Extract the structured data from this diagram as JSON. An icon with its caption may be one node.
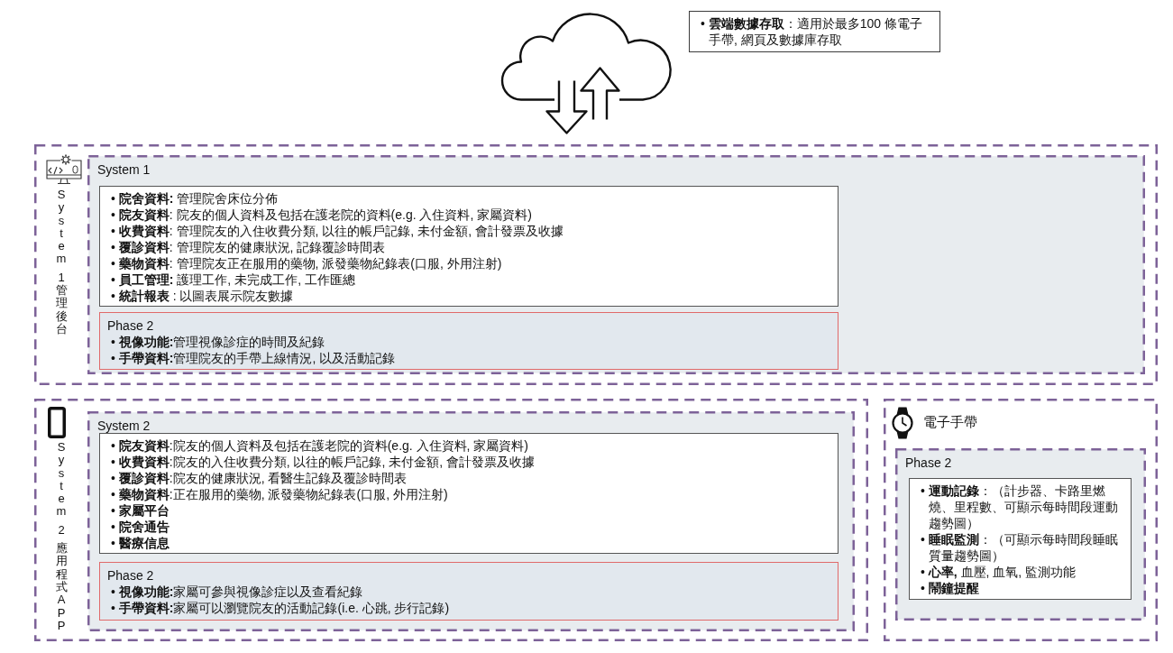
{
  "diagram": {
    "nodes": [
      {
        "text": [
          "• **雲端數據存取**：適用於最多100 條電子手帶, 網頁及數據庫存取"
        ]
      },
      {
        "text": [
          "System 1管理後台"
        ]
      },
      {
        "text": [
          "System 1"
        ],
        "in": 1
      },
      {
        "text": [
          "• **院舍資料:** 管理院舍床位分佈",
          "• **院友資料**: 院友的個人資料及包括在護老院的資料(e.g. 入住資料, 家屬資料)",
          "• **收費資料**: 管理院友的入住收費分類, 以往的帳戶記錄, 未付金額, 會計發票及收據",
          "• **覆診資料**: 管理院友的健康狀況, 記錄覆診時間表",
          "• **藥物資料**: 管理院友正在服用的藥物, 派發藥物紀錄表(口服, 外用注射)",
          "• **員工管理:** 護理工作, 未完成工作, 工作匯總",
          "• **統計報表** : 以圖表展示院友數據"
        ],
        "in": 2
      },
      {
        "text": [
          "Phase 2",
          "• **視像功能:**管理視像診症的時間及紀錄",
          "• **手帶資料:**管理院友的手帶上線情況, 以及活動記錄"
        ],
        "in": 2
      },
      {
        "text": [
          "System 2 應用程式APP"
        ]
      },
      {
        "text": [
          "System 2"
        ],
        "in": 5
      },
      {
        "text": [
          "• **院友資料**:院友的個人資料及包括在護老院的資料(e.g. 入住資料, 家屬資料)",
          "• **收費資料**:院友的入住收費分類, 以往的帳戶記錄, 未付金額, 會計發票及收據",
          "• **覆診資料**:院友的健康狀況, 看醫生記錄及覆診時間表",
          "• **藥物資料**:正在服用的藥物, 派發藥物紀錄表(口服, 外用注射)",
          "• **家屬平台**",
          "• **院舍通告**",
          "• **醫療信息**"
        ],
        "in": 6
      },
      {
        "text": [
          "Phase 2",
          "• **視像功能:**家屬可參與視像診症以及查看紀錄",
          "• **手帶資料:**家屬可以瀏覽院友的活動記錄(i.e. 心跳, 步行記錄)"
        ],
        "in": 6
      },
      {
        "text": [
          "電子手帶"
        ]
      },
      {
        "text": [
          "Phase 2"
        ],
        "in": 9
      },
      {
        "text": [
          "• **運動記錄**：（計步器、卡路里燃燒、里程數、可顯示每時間段運動趨勢圖）",
          "• **睡眠監測**：（可顯示每時間段睡眠質量趨勢圖）",
          "• **心率,** 血壓, 血氧, 監測功能",
          "• **鬧鐘提醒**"
        ],
        "in": 10
      }
    ]
  }
}
